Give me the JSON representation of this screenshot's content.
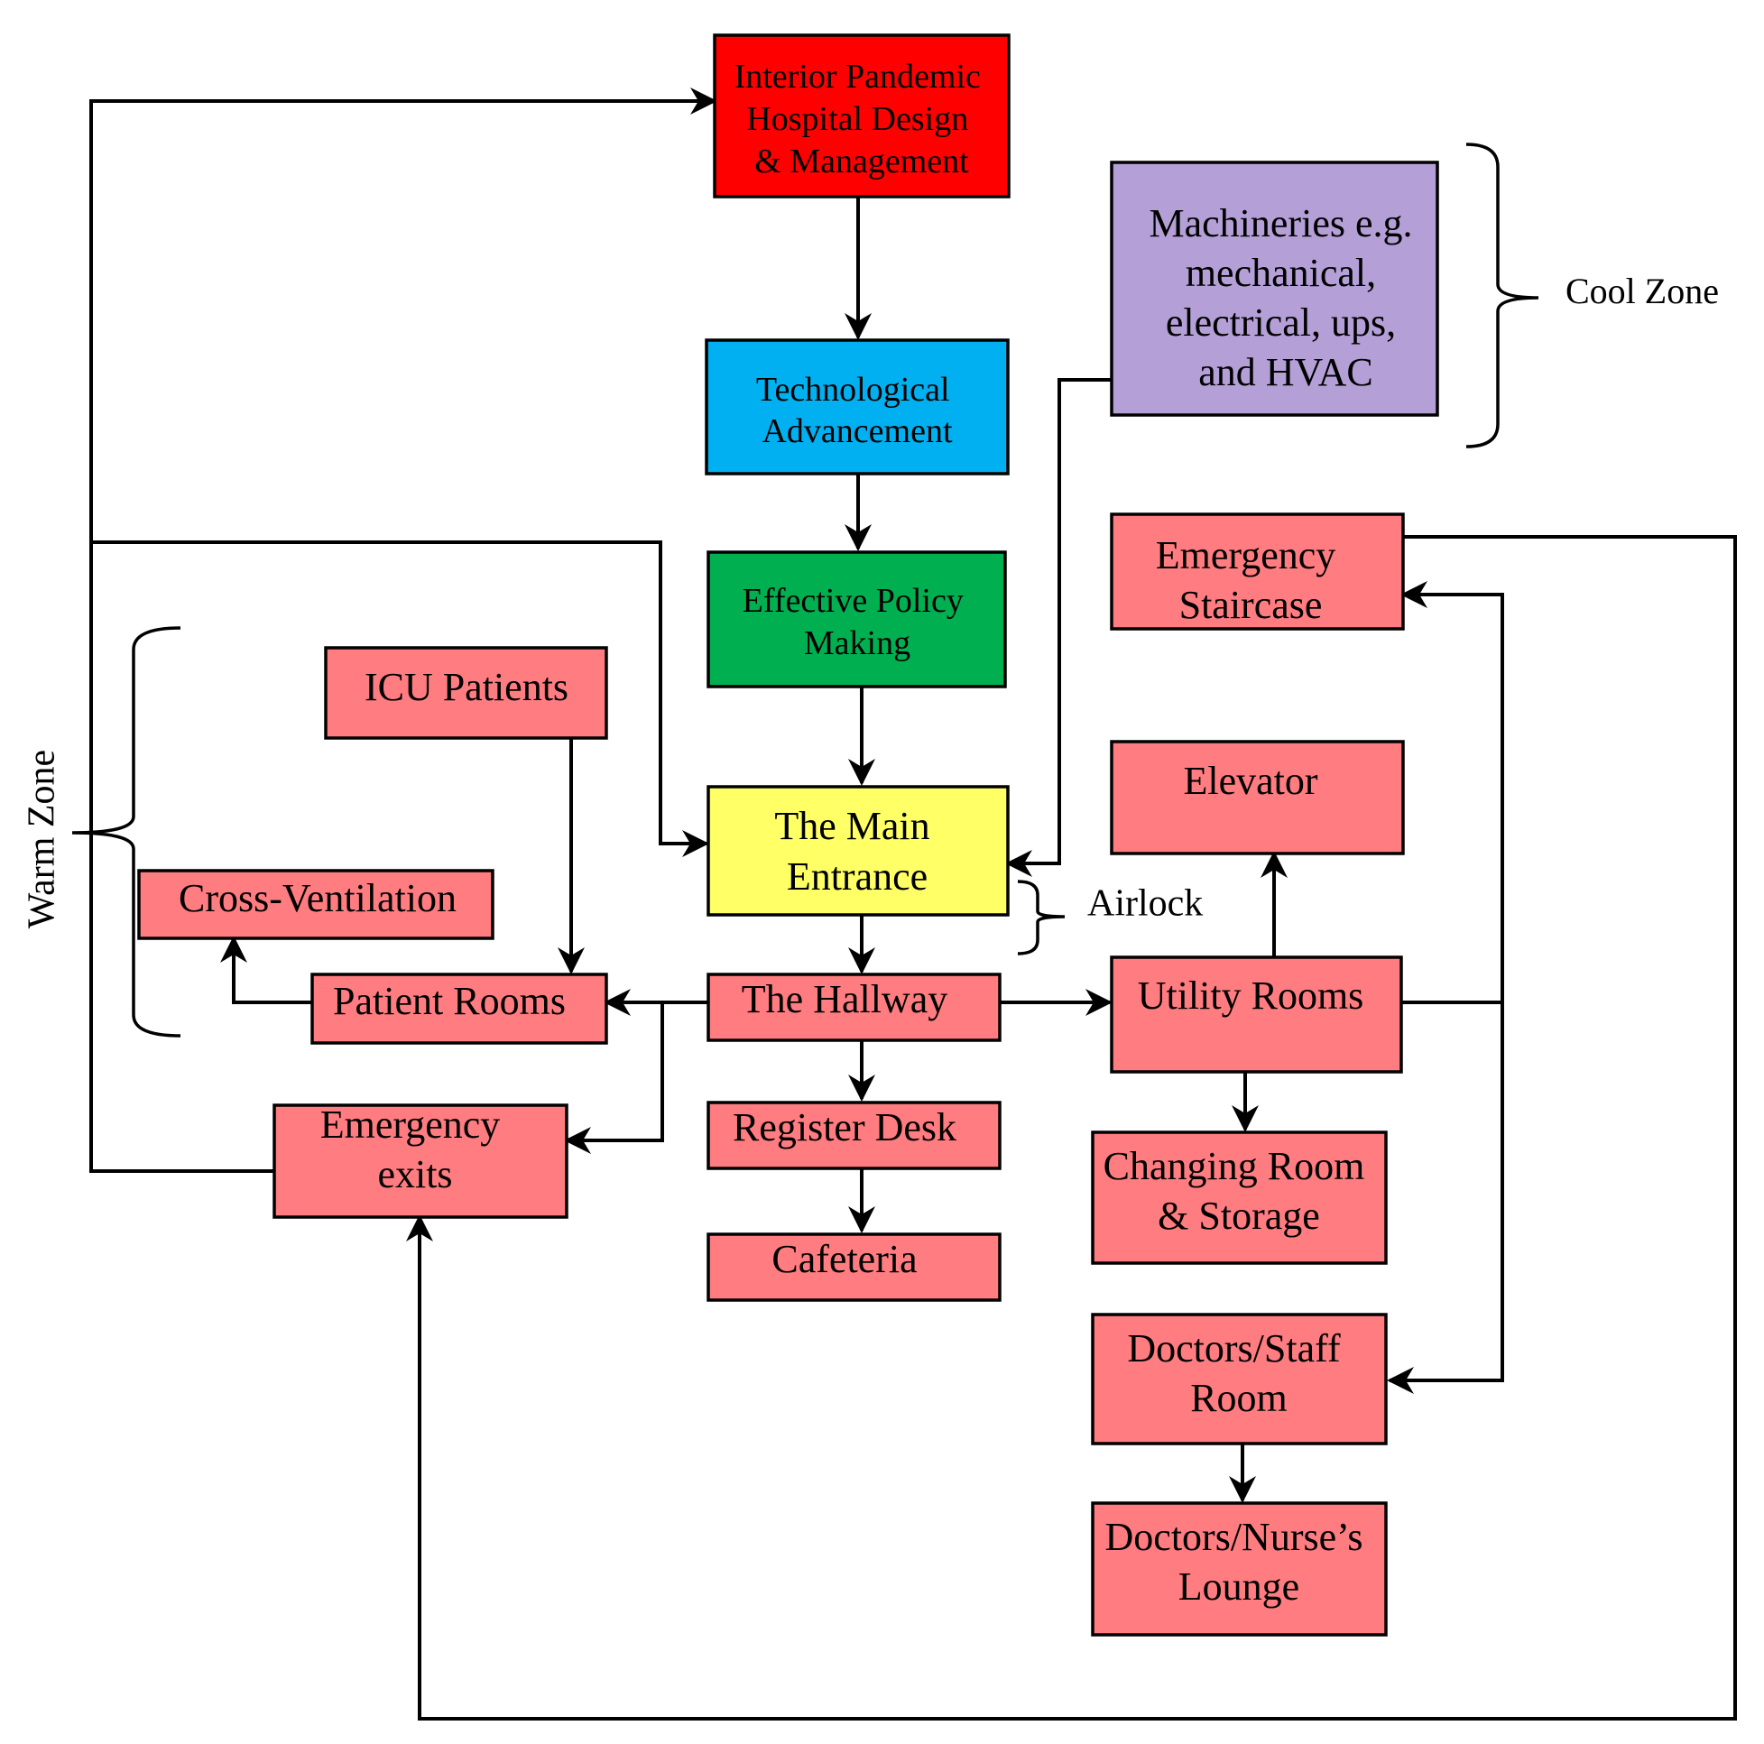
{
  "colors": {
    "red_box": "#ff0000",
    "blue_box": "#00b0f0",
    "green_box": "#00b050",
    "yellow_box": "#ffff66",
    "purple_box": "#b4a0d7",
    "pink_box": "#ff7c80",
    "line": "#000000"
  },
  "nodes": {
    "pandemic": {
      "lines": [
        "Interior Pandemic",
        "Hospital Design",
        "& Management"
      ]
    },
    "tech": {
      "lines": [
        "Technological",
        "Advancement"
      ]
    },
    "policy": {
      "lines": [
        "Effective Policy",
        "Making"
      ]
    },
    "machineries": {
      "lines": [
        "Machineries e.g.",
        "mechanical,",
        "electrical, ups,",
        "and HVAC"
      ]
    },
    "main_entrance": {
      "lines": [
        "The Main",
        "Entrance"
      ]
    },
    "hallway": {
      "lines": [
        "The Hallway"
      ]
    },
    "register": {
      "lines": [
        "Register Desk"
      ]
    },
    "cafeteria": {
      "lines": [
        "Cafeteria"
      ]
    },
    "icu": {
      "lines": [
        "ICU Patients"
      ]
    },
    "crossvent": {
      "lines": [
        "Cross-Ventilation"
      ]
    },
    "patient_rooms": {
      "lines": [
        "Patient Rooms"
      ]
    },
    "emerg_exits": {
      "lines": [
        "Emergency",
        "exits"
      ]
    },
    "emerg_stair": {
      "lines": [
        "Emergency",
        "Staircase"
      ]
    },
    "elevator": {
      "lines": [
        "Elevator"
      ]
    },
    "utility": {
      "lines": [
        "Utility Rooms"
      ]
    },
    "changing": {
      "lines": [
        "Changing Room",
        "& Storage"
      ]
    },
    "doctors_staff": {
      "lines": [
        "Doctors/Staff",
        "Room"
      ]
    },
    "lounge": {
      "lines": [
        "Doctors/Nurse’s",
        "Lounge"
      ]
    }
  },
  "zones": {
    "cool": "Cool Zone",
    "warm": "Warm Zone",
    "airlock": "Airlock"
  }
}
